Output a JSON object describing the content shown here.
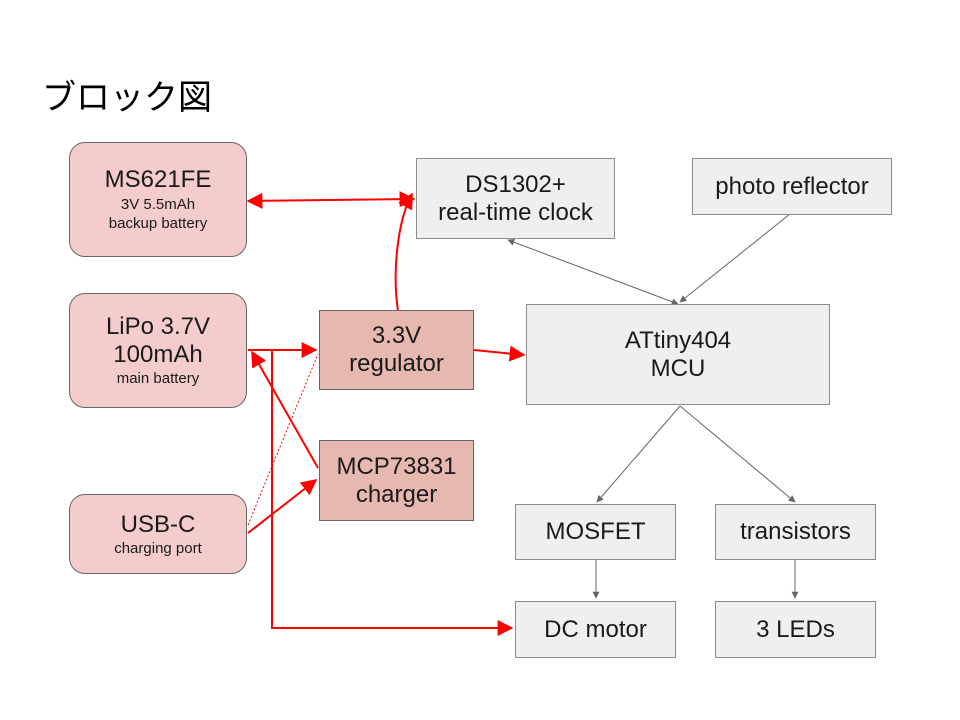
{
  "title": "ブロック図",
  "nodes": {
    "ms621fe": {
      "line1": "MS621FE",
      "line2": "3V 5.5mAh",
      "line3": "backup battery"
    },
    "lipo": {
      "line1": "LiPo 3.7V",
      "line2": "100mAh",
      "line3": "main battery"
    },
    "usbc": {
      "line1": "USB-C",
      "line2": "charging port"
    },
    "regulator": {
      "line1": "3.3V",
      "line2": "regulator"
    },
    "charger": {
      "line1": "MCP73831",
      "line2": "charger"
    },
    "rtc": {
      "line1": "DS1302+",
      "line2": "real-time clock"
    },
    "photo": {
      "line1": "photo reflector"
    },
    "mcu": {
      "line1": "ATtiny404",
      "line2": "MCU"
    },
    "mosfet": {
      "line1": "MOSFET"
    },
    "transistors": {
      "line1": "transistors"
    },
    "motor": {
      "line1": "DC motor"
    },
    "leds": {
      "line1": "3 LEDs"
    }
  },
  "colors": {
    "power_line": "#ff0000",
    "signal_line": "#666666",
    "battery_fill": "#f4cccc",
    "power_ic_fill": "#e6b8af",
    "logic_fill": "#efefef"
  }
}
